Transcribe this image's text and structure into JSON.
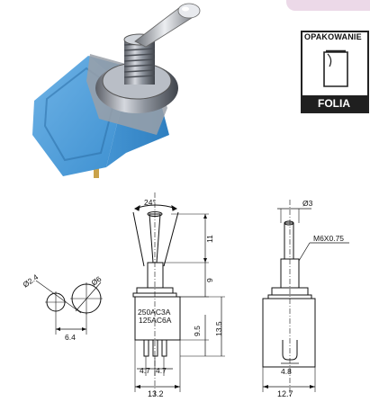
{
  "badge": {
    "top_label": "OPAKOWANIE",
    "bottom_label": "FOLIA"
  },
  "drawing": {
    "angle": "24°",
    "dim_11": "11",
    "dim_9": "9",
    "dim_9_5": "9.5",
    "dim_13_5": "13.5",
    "dim_4_7_a": "4.7",
    "dim_4_7_b": "4.7",
    "dim_13_2": "13.2",
    "rating_1": "250AC3A",
    "rating_2": "125AC6A",
    "dia_3": "Ø3",
    "thread": "M6X0.75",
    "dim_4_8": "4.8",
    "dim_12_7": "12.7",
    "dia_2_4": "Ø2.4",
    "dia_6": "Ø6",
    "dim_6_4": "6.4"
  }
}
